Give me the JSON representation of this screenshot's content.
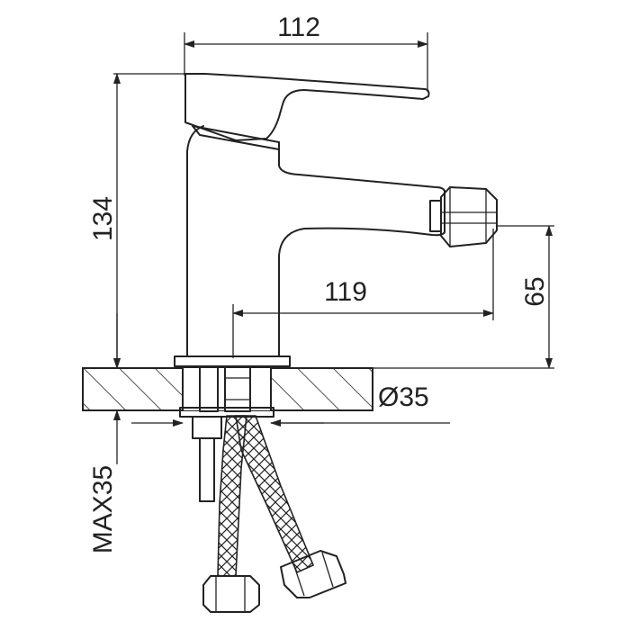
{
  "dimensions": {
    "spout_reach": "112",
    "height": "134",
    "outlet_reach": "119",
    "outlet_height": "65",
    "hole_diameter": "Ø35",
    "max_thickness": "MAX35"
  }
}
